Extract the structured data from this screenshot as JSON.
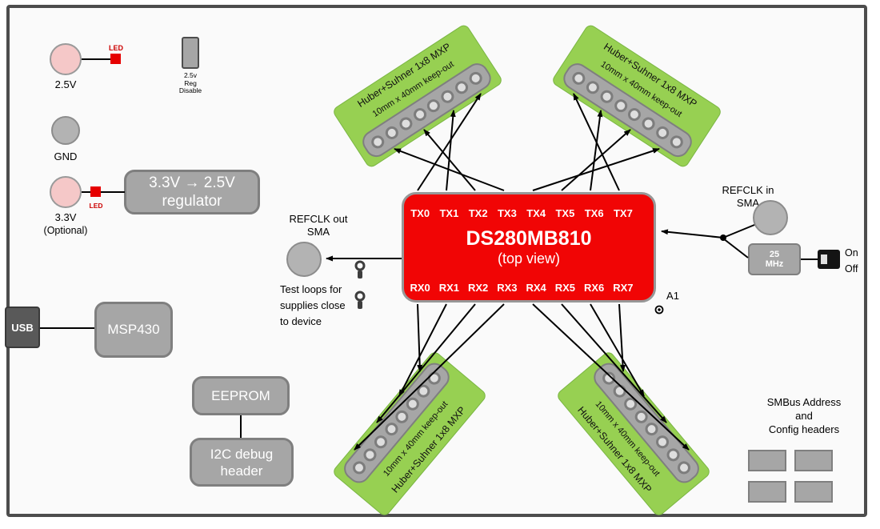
{
  "power": {
    "v25_label": "2.5V",
    "led_label": "LED",
    "reg_disable_lines": [
      "2.5v",
      "Reg",
      "Disable"
    ],
    "gnd_label": "GND",
    "v33_label": "3.3V",
    "v33_sub": "(Optional)",
    "regulator_line1": "3.3V → 2.5V",
    "regulator_line2": "regulator"
  },
  "left": {
    "usb_label": "USB",
    "msp430_label": "MSP430",
    "eeprom_label": "EEPROM",
    "i2c_line1": "I2C debug",
    "i2c_line2": "header"
  },
  "chip": {
    "title": "DS280MB810",
    "subtitle": "(top view)",
    "tx_pins": [
      "TX0",
      "TX1",
      "TX2",
      "TX3",
      "TX4",
      "TX5",
      "TX6",
      "TX7"
    ],
    "rx_pins": [
      "RX0",
      "RX1",
      "RX2",
      "RX3",
      "RX4",
      "RX5",
      "RX6",
      "RX7"
    ],
    "a1_label": "A1"
  },
  "refclk_out": {
    "line1": "REFCLK out",
    "line2": "SMA"
  },
  "test_loops": {
    "lines": [
      "Test loops for",
      "supplies close",
      "to device"
    ]
  },
  "refclk_in": {
    "line1": "REFCLK in",
    "line2": "SMA",
    "osc_top": "25",
    "osc_bottom": "MHz",
    "switch_on": "On",
    "switch_off": "Off"
  },
  "connector": {
    "title": "Huber+Suhner 1x8 MXP",
    "keepout": "10mm x 40mm keep-out",
    "pin_count": 8
  },
  "smbus": {
    "lines": [
      "SMBus Address",
      "and",
      "Config headers"
    ]
  },
  "colors": {
    "chip_red": "#f10505",
    "connector_green": "#97d052",
    "led_red": "#e60000",
    "box_gray": "#a6a6a6",
    "frame_gray": "#4d4d4d"
  }
}
